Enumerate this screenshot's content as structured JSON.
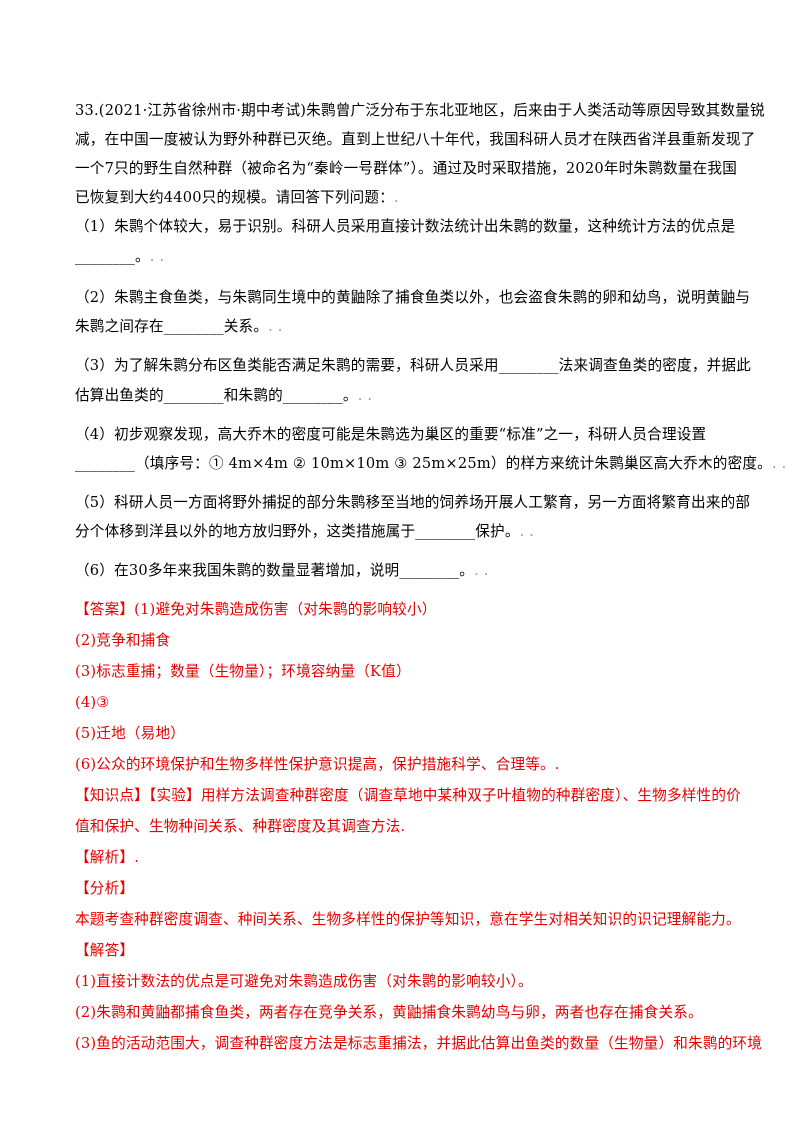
{
  "question": {
    "lines": [
      "33.(2021·江苏省徐州市·期中考试)朱鹮曾广泛分布于东北亚地区，后来由于人类活动等原因导致其数量锐",
      "减，在中国一度被认为野外种群已灭绝。直到上世纪八十年代，我国科研人员才在陕西省洋县重新发现了",
      "一个7只的野生自然种群（被命名为“秦岭一号群体”）。通过及时采取措施，2020年时朱鹮数量在我国",
      "已恢复到大约4400只的规模。请回答下列问题：",
      "（1）朱鹮个体较大，易于识别。科研人员采用直接计数法统计出朱鹮的数量，这种统计方法的优点是",
      "________。",
      "（2）朱鹮主食鱼类，与朱鹮同生境中的黄鼬除了捕食鱼类以外，也会盗食朱鹮的卵和幼鸟，说明黄鼬与",
      "朱鹮之间存在________关系。",
      "（3）为了解朱鹮分布区鱼类能否满足朱鹮的需要，科研人员采用________法来调查鱼类的密度，并据此",
      "估算出鱼类的________和朱鹮的________。",
      "（4）初步观察发现，高大乔木的密度可能是朱鹮选为巢区的重要“标准”之一，科研人员合理设置",
      "________（填序号：① 4m×4m  ② 10m×10m  ③ 25m×25m）的样方来统计朱鹮巢区高大乔木的密度。",
      "（5）科研人员一方面将野外捕捉的部分朱鹮移至当地的饲养场开展人工繁育，另一方面将繁育出来的部",
      "分个体移到洋县以外的地方放归野外，这类措施属于________保护。",
      "（6）在30多年来我国朱鹮的数量显著增加，说明________。"
    ],
    "trailing_marks": [
      ".",
      ". .",
      "",
      "",
      "",
      ". .",
      "",
      ". .",
      "",
      ". .",
      "",
      ". .",
      "",
      ". .",
      ". ."
    ]
  },
  "answer": {
    "lines": [
      "【答案】(1)避免对朱鹮造成伤害（对朱鹮的影响较小）",
      "(2)竞争和捕食",
      "(3)标志重捕；数量（生物量）；环境容纳量（K值）",
      "(4)③",
      "(5)迁地（易地）",
      "(6)公众的环境保护和生物多样性保护意识提高，保护措施科学、合理等。."
    ],
    "knowledge": [
      "【知识点】【实验】用样方法调查种群密度（调查草地中某种双子叶植物的种群密度）、生物多样性的价",
      "值和保护、生物种间关系、种群密度及其调查方法."
    ],
    "analysis_heading": "【解析】",
    "analysis_mark": ".",
    "fenxi_heading": "【分析】",
    "fenxi_text": "本题考查种群密度调查、种间关系、生物多样性的保护等知识，意在学生对相关知识的识记理解能力。",
    "jieda_heading": "【解答】",
    "jieda_lines": [
      "(1)直接计数法的优点是可避免对朱鹮造成伤害（对朱鹮的影响较小）。",
      "(2)朱鹮和黄鼬都捕食鱼类，两者存在竞争关系，黄鼬捕食朱鹮幼鸟与卵，两者也存在捕食关系。",
      "(3)鱼的活动范围大，调查种群密度方法是标志重捕法，并据此估算出鱼类的数量（生物量）和朱鹮的环境"
    ]
  },
  "colors": {
    "text": "#000000",
    "answer": "#e60000"
  }
}
